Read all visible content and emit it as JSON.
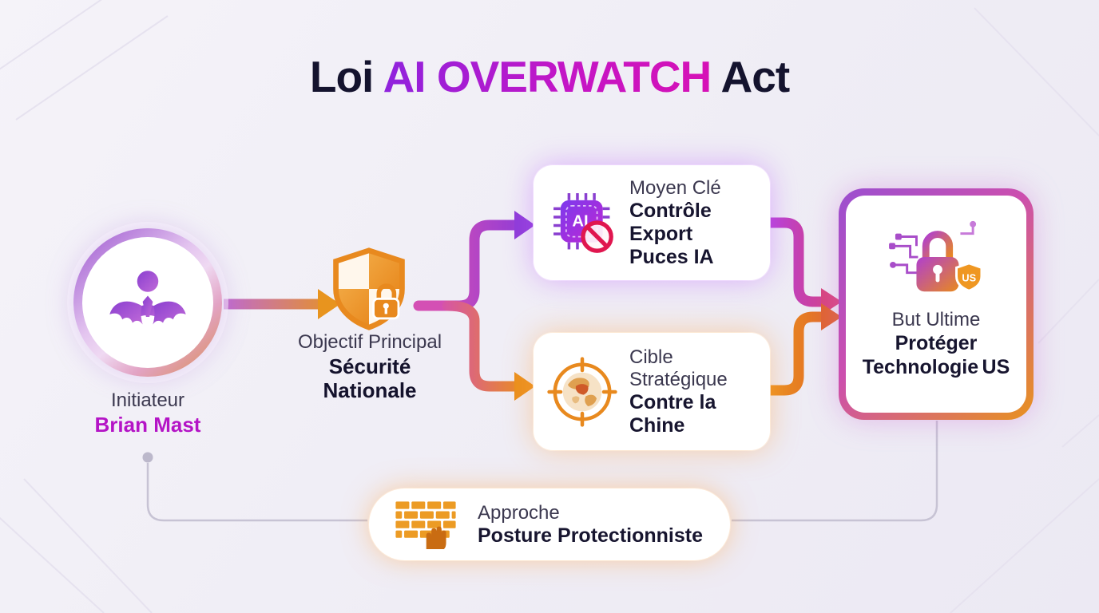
{
  "title": {
    "prefix": "Loi ",
    "highlight": "AI OVERWATCH",
    "suffix": " Act"
  },
  "initiator": {
    "label": "Initiateur",
    "name": "Brian Mast"
  },
  "objective": {
    "label": "Objectif Principal",
    "line1": "Sécurité",
    "line2": "Nationale"
  },
  "means": {
    "label": "Moyen Clé",
    "value": "Contrôle Export",
    "accent": "Puces IA"
  },
  "target": {
    "label": "Cible Stratégique",
    "value": "Contre la",
    "accent": "Chine"
  },
  "goal": {
    "label": "But Ultime",
    "value": "Protéger Technologie",
    "accent": "US"
  },
  "approach": {
    "label": "Approche",
    "value": "Posture Protectionniste"
  },
  "icons": {
    "ai_chip": "AI",
    "us_badge": "US"
  },
  "colors": {
    "accent_magenta": "#b414c6",
    "accent_orange": "#e2851a",
    "accent_purple": "#8e3bd8",
    "title_gradient_from": "#8f23dd",
    "title_gradient_to": "#d611b6",
    "text_dark": "#14122c",
    "card_bg": "#ffffff"
  }
}
